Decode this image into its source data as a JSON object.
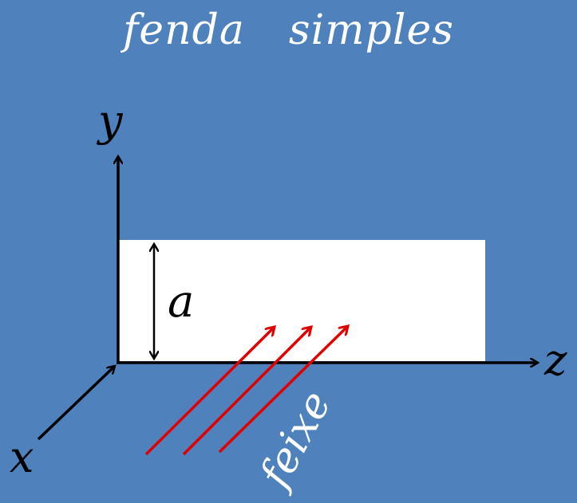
{
  "title": "fenda  simples",
  "labels": {
    "y_axis": "y",
    "z_axis": "z",
    "x_axis": "x",
    "slit_width": "a",
    "beam": "feixe"
  },
  "colors": {
    "background": "#4f81bd",
    "slit": "#ffffff",
    "axes": "#000000",
    "beam": "#e00000",
    "text_light": "#ffffff"
  }
}
